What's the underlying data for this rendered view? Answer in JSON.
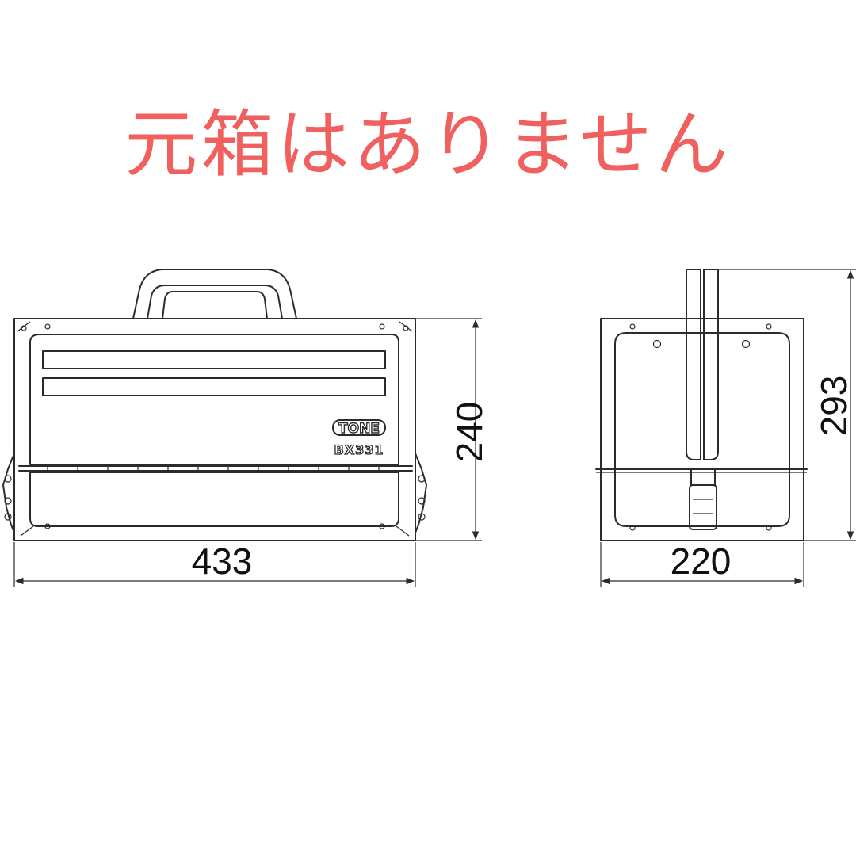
{
  "notice": {
    "text": "元箱はありません",
    "color": "#f0605e"
  },
  "front_view": {
    "brand_label": "TONE",
    "model_label": "BX331",
    "width_dimension": "433",
    "height_dimension": "240"
  },
  "side_view": {
    "depth_dimension": "220",
    "total_height_dimension": "293"
  }
}
